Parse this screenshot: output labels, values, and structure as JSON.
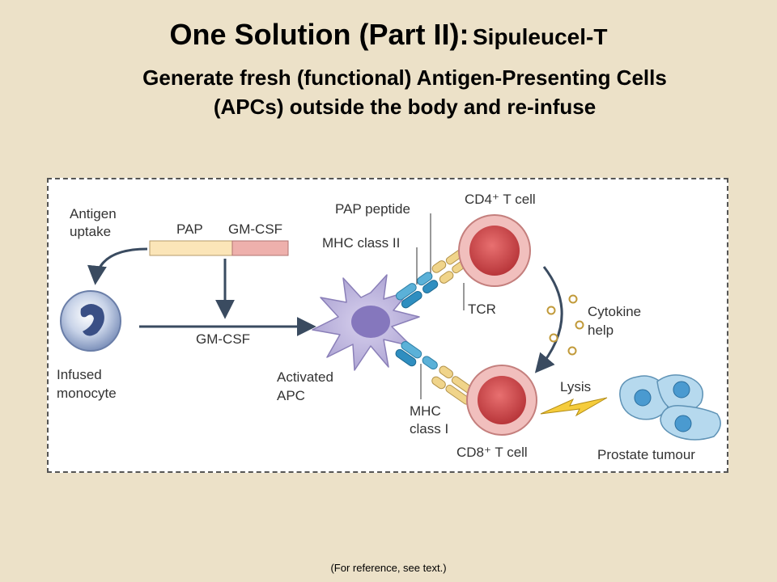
{
  "slide": {
    "title": "One Solution (Part II):",
    "product": "Sipuleucel-T",
    "subtitle_line1": "Generate fresh (functional) Antigen-Presenting Cells",
    "subtitle_line2": "(APCs) outside the body and re-infuse",
    "footer": "(For reference, see text.)"
  },
  "diagram": {
    "antigen_uptake_1": "Antigen",
    "antigen_uptake_2": "uptake",
    "pap": "PAP",
    "gm_csf_top": "GM-CSF",
    "gm_csf_arrow": "GM-CSF",
    "infused_1": "Infused",
    "infused_2": "monocyte",
    "activated_1": "Activated",
    "activated_2": "APC",
    "pap_peptide": "PAP peptide",
    "mhc_class_ii": "MHC class II",
    "tcr": "TCR",
    "cd4": "CD4⁺ T cell",
    "cytokine_1": "Cytokine",
    "cytokine_2": "help",
    "lysis": "Lysis",
    "mhc1_1": "MHC",
    "mhc1_2": "class I",
    "cd8": "CD8⁺ T cell",
    "prostate": "Prostate tumour"
  },
  "colors": {
    "background": "#ece1c8",
    "pap_bar": "#fbe5b8",
    "gmcsf_bar": "#eeb0ac",
    "apc": "#b6acd6",
    "t_cell": "#e8a7a4",
    "tumour": "#b6d9ee",
    "mhc": "#5bb1d8",
    "tcr_receptor": "#f0d48a"
  }
}
